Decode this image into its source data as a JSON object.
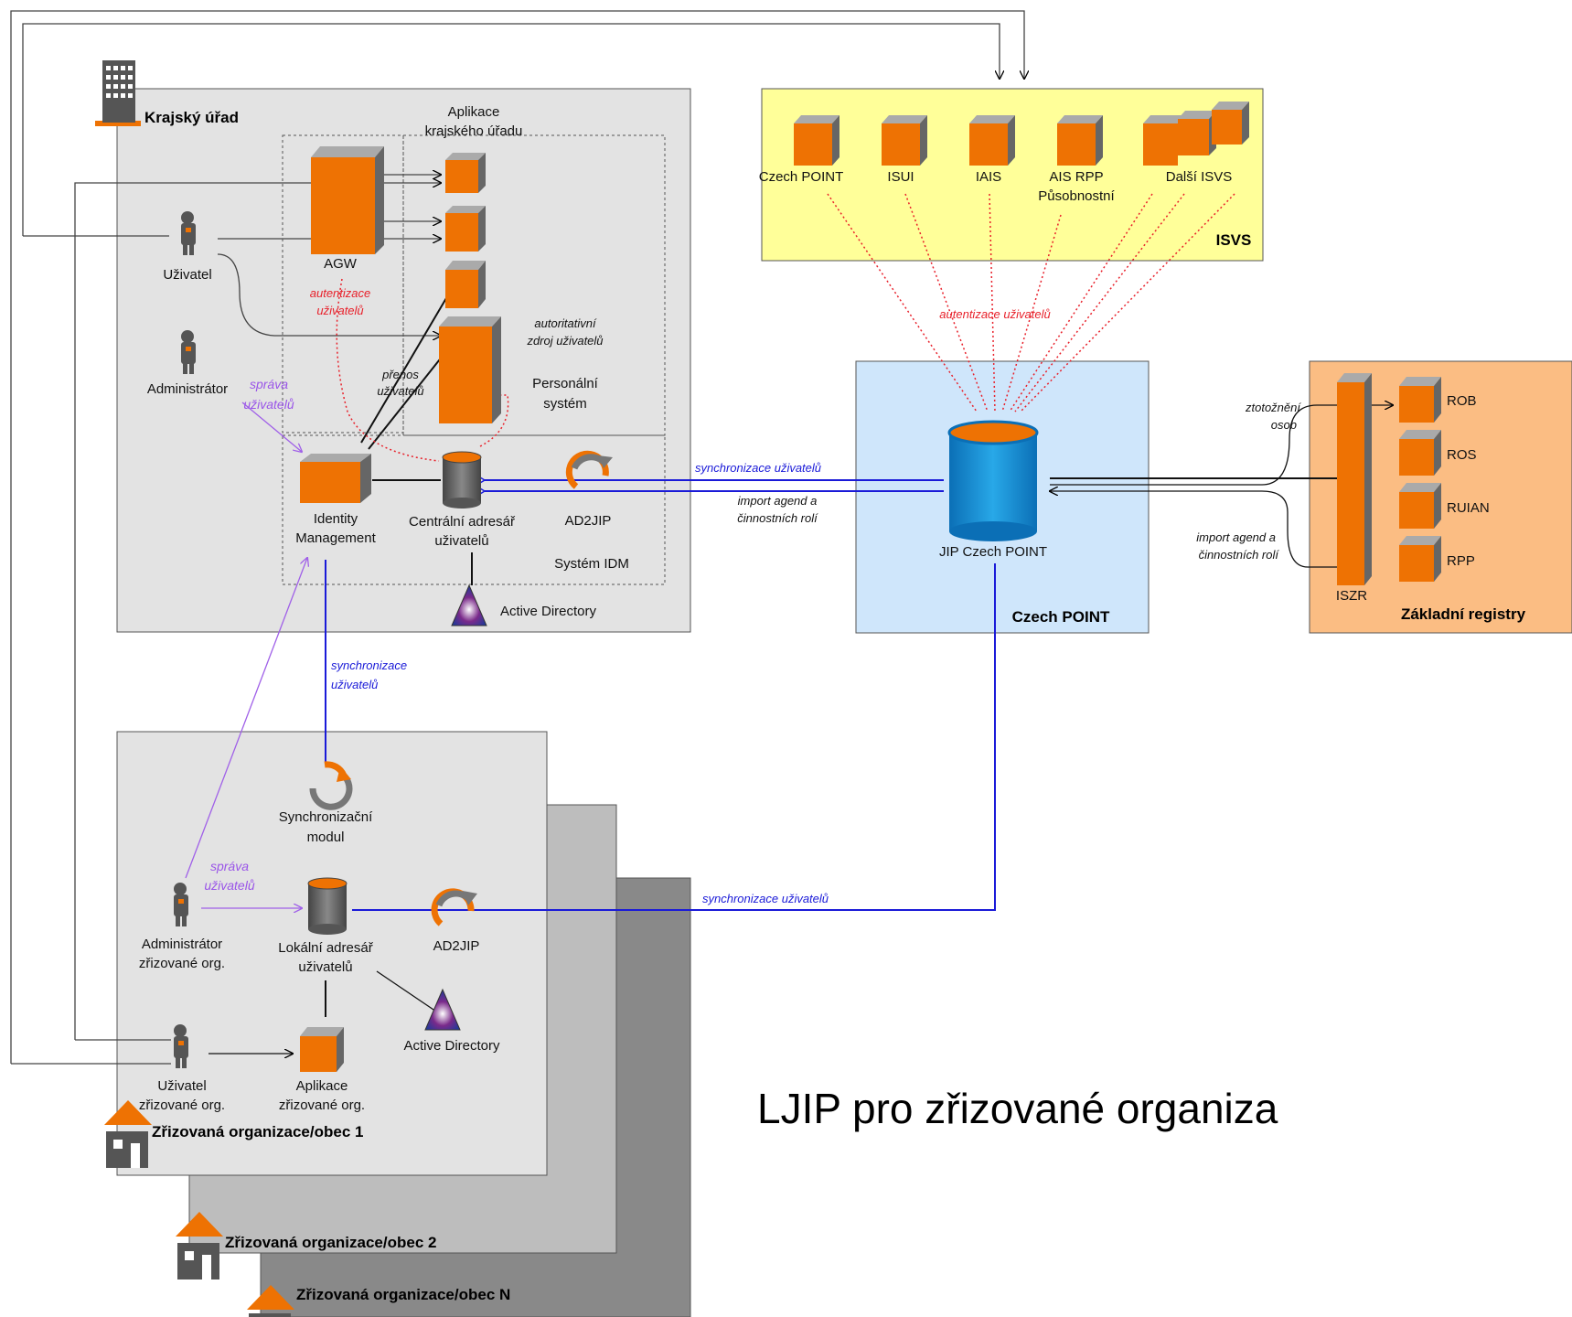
{
  "title": "LJIP pro zřizované organiza",
  "regional": {
    "name": "Krajský úřad",
    "apps_label": [
      "Aplikace",
      "krajského úřadu"
    ],
    "agw": "AGW",
    "auth_label": [
      "autentizace",
      "uživatelů"
    ],
    "user": "Uživatel",
    "admin": "Administrátor",
    "admin_manage": [
      "správa",
      "uživatelů"
    ],
    "authoritative_source": [
      "autoritativní",
      "zdroj uživatelů"
    ],
    "transfer": [
      "přenos",
      "uživatelů"
    ],
    "personnel": [
      "Personální",
      "systém"
    ],
    "idm": [
      "Identity",
      "Management"
    ],
    "central_dir": [
      "Centrální adresář",
      "uživatelů"
    ],
    "ad2jip": "AD2JIP",
    "idm_system": "Systém IDM",
    "active_directory": "Active Directory",
    "sync_users": "synchronizace uživatelů",
    "import_roles": [
      "import agend a",
      "činnostních rolí"
    ],
    "sync_down": [
      "synchronizace",
      "uživatelů"
    ]
  },
  "isvs": {
    "name": "ISVS",
    "systems": [
      "Czech POINT",
      "ISUI",
      "IAIS",
      "AIS RPP",
      "Další ISVS"
    ],
    "rpp_sub": "Působnostní",
    "auth": "autentizace uživatelů"
  },
  "czech_point": {
    "name": "Czech POINT",
    "db": "JIP Czech POINT"
  },
  "registry": {
    "name": "Základní registry",
    "iszr": "ISZR",
    "items": [
      "ROB",
      "ROS",
      "RUIAN",
      "RPP"
    ],
    "identify": [
      "ztotožnění",
      "osob"
    ],
    "import_roles": [
      "import agend a",
      "činnostních rolí"
    ]
  },
  "org": {
    "sync_module": [
      "Synchronizační",
      "modul"
    ],
    "admin_manage": [
      "správa",
      "uživatelů"
    ],
    "admin": [
      "Administrátor",
      "zřizované org."
    ],
    "local_dir": [
      "Lokální adresář",
      "uživatelů"
    ],
    "ad2jip": "AD2JIP",
    "active_directory": "Active Directory",
    "user": [
      "Uživatel",
      "zřizované org."
    ],
    "apps": [
      "Aplikace",
      "zřizované org."
    ],
    "sync_users": "synchronizace uživatelů",
    "org1": "Zřizovaná organizace/obec 1",
    "org2": "Zřizovaná organizace/obec 2",
    "orgN": "Zřizovaná organizace/obec N"
  },
  "colors": {
    "orange": "#ee7203",
    "blue_line": "#1a1ad8",
    "red_dotted": "#e8202a",
    "purple": "#a060e8",
    "isvs_bg": "#ffff99",
    "czech_point_bg": "#cfe6fb",
    "registry_bg": "#fbbd83"
  }
}
